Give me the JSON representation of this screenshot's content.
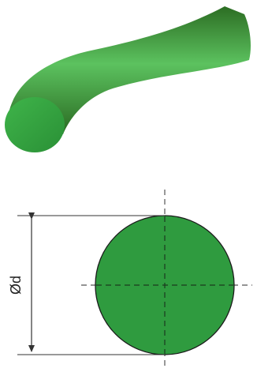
{
  "diagram": {
    "diameter_label": "Ød"
  },
  "colors": {
    "cord_fill": "#2f9b3d",
    "cord_highlight": "#5cc25f",
    "cord_shadow": "#2c6d23",
    "section_fill": "#2f9b3f",
    "outline": "#1b1b1b",
    "centerline": "#555555",
    "dimension_line": "#333333"
  },
  "icons": {
    "cord": "bent-o-ring-cord-3d",
    "section": "circular-cross-section"
  }
}
